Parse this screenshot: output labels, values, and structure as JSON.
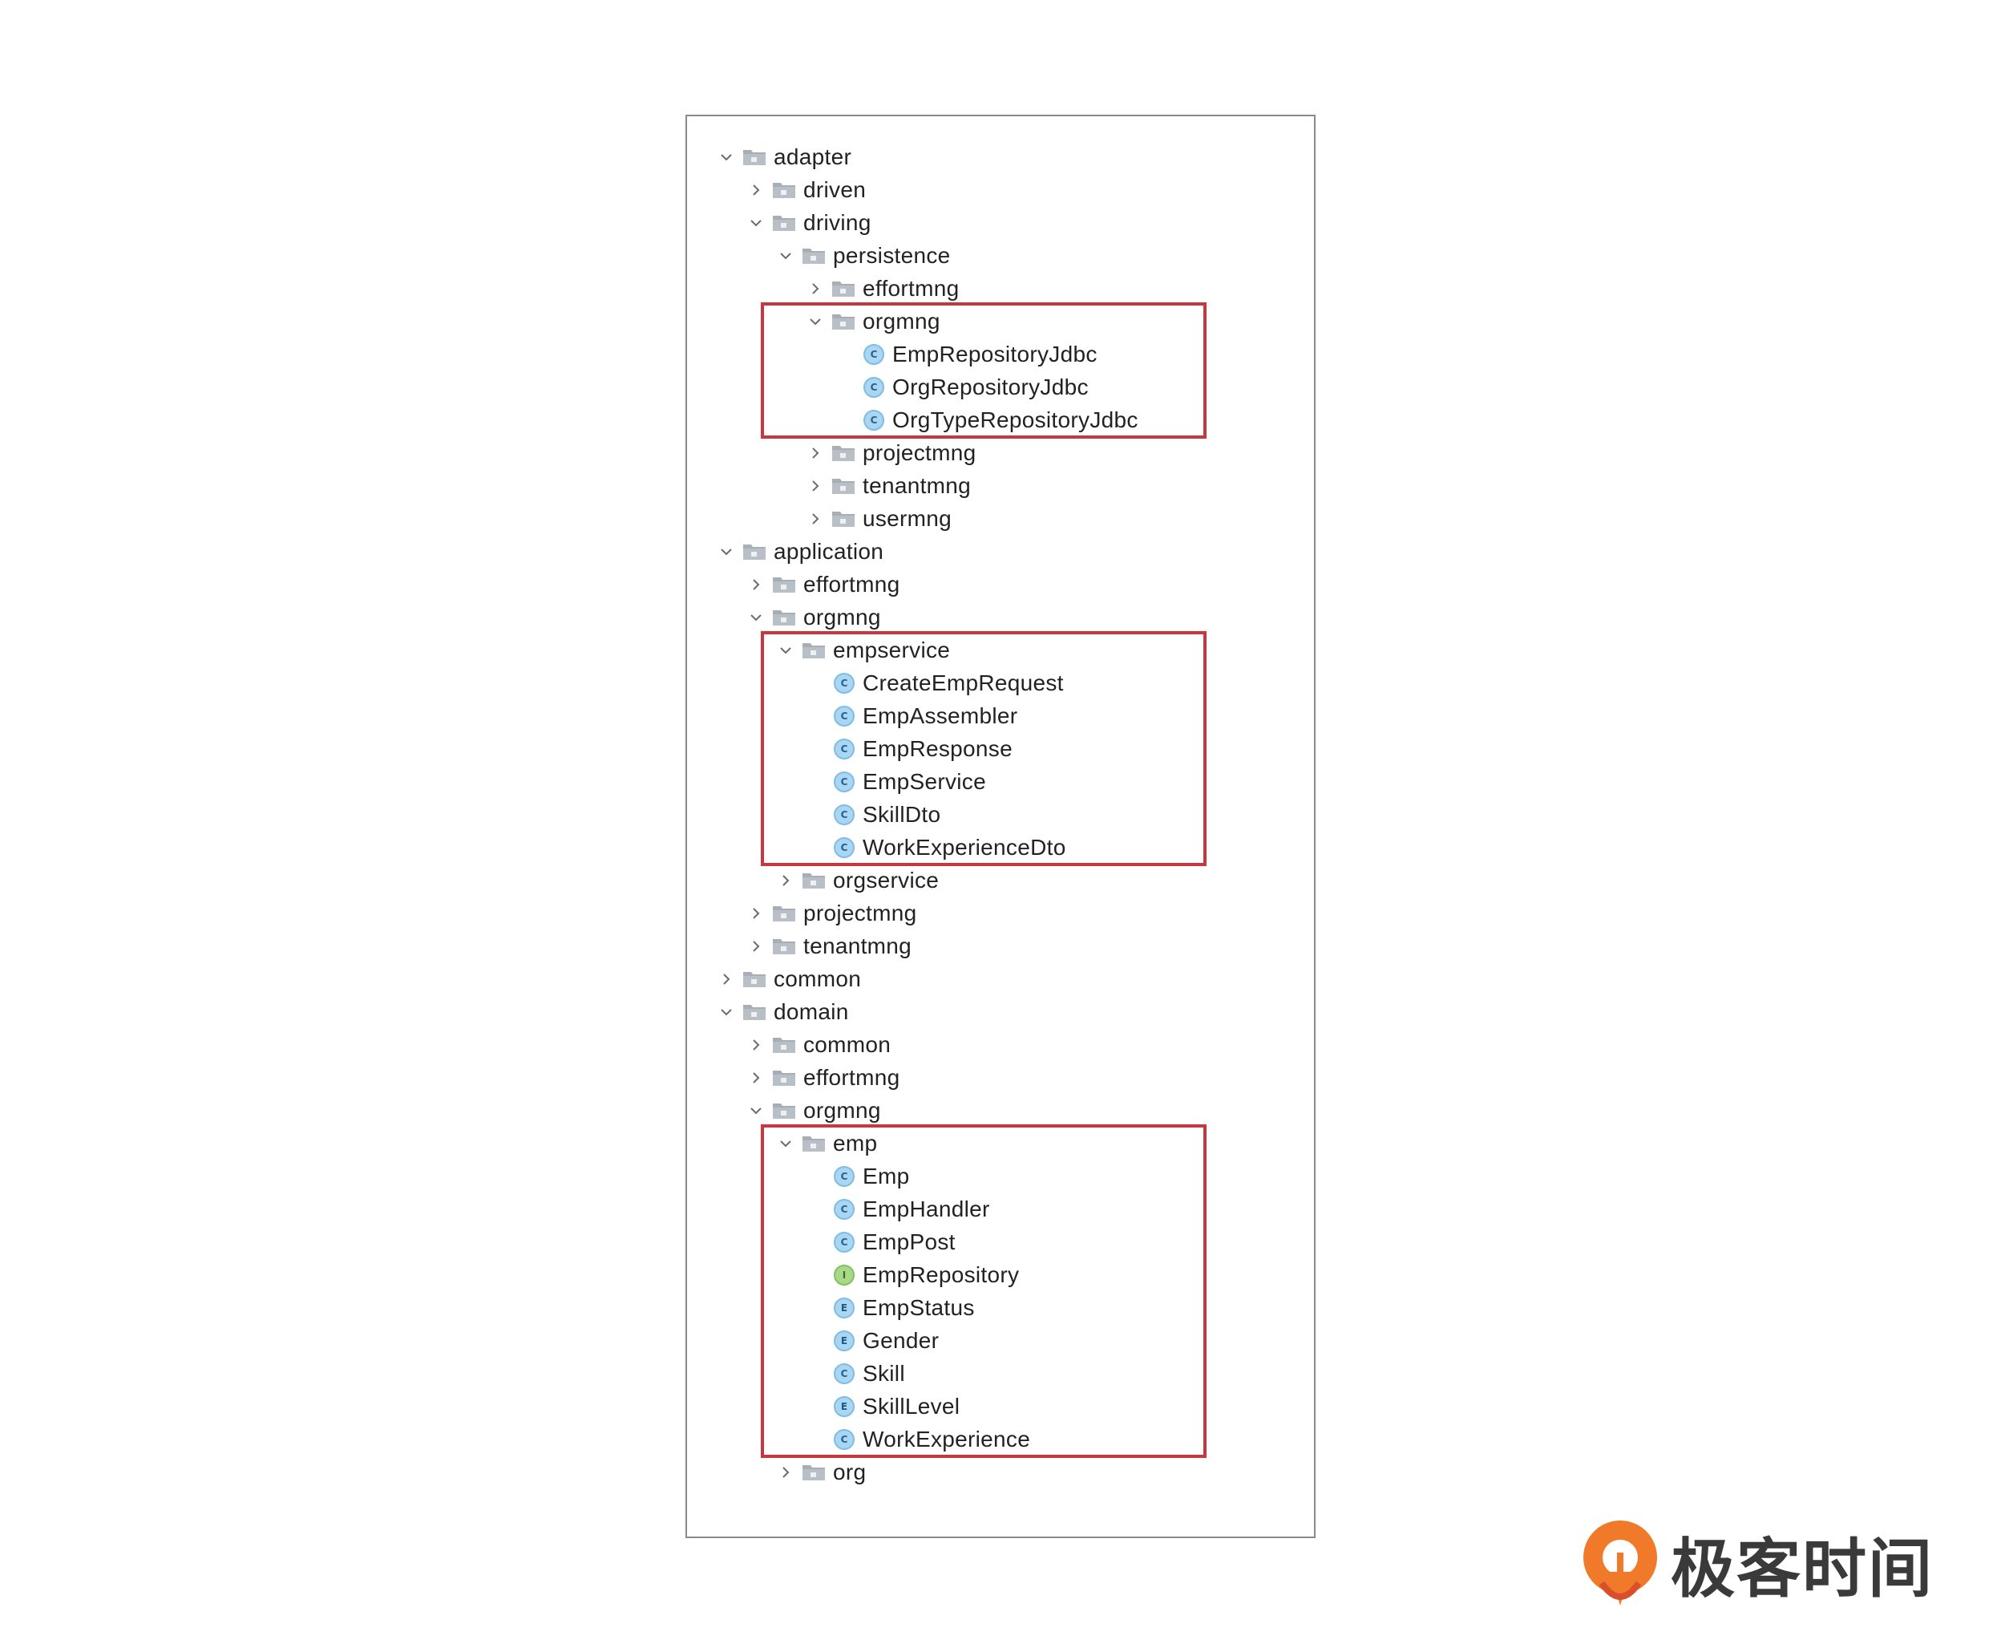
{
  "colors": {
    "highlight_border": "#c9363f",
    "class_icon": "#a9d6f2",
    "interface_icon": "#a9d88a",
    "logo_orange": "#f07a2a"
  },
  "tree": [
    {
      "label": "adapter",
      "depth": 0,
      "type": "folder",
      "state": "expanded"
    },
    {
      "label": "driven",
      "depth": 1,
      "type": "folder",
      "state": "collapsed"
    },
    {
      "label": "driving",
      "depth": 1,
      "type": "folder",
      "state": "expanded"
    },
    {
      "label": "persistence",
      "depth": 2,
      "type": "folder",
      "state": "expanded"
    },
    {
      "label": "effortmng",
      "depth": 3,
      "type": "folder",
      "state": "collapsed"
    },
    {
      "label": "orgmng",
      "depth": 3,
      "type": "folder",
      "state": "expanded"
    },
    {
      "label": "EmpRepositoryJdbc",
      "depth": 4,
      "type": "class",
      "icon": "C"
    },
    {
      "label": "OrgRepositoryJdbc",
      "depth": 4,
      "type": "class",
      "icon": "C"
    },
    {
      "label": "OrgTypeRepositoryJdbc",
      "depth": 4,
      "type": "class",
      "icon": "C"
    },
    {
      "label": "projectmng",
      "depth": 3,
      "type": "folder",
      "state": "collapsed"
    },
    {
      "label": "tenantmng",
      "depth": 3,
      "type": "folder",
      "state": "collapsed"
    },
    {
      "label": "usermng",
      "depth": 3,
      "type": "folder",
      "state": "collapsed"
    },
    {
      "label": "application",
      "depth": 0,
      "type": "folder",
      "state": "expanded"
    },
    {
      "label": "effortmng",
      "depth": 1,
      "type": "folder",
      "state": "collapsed"
    },
    {
      "label": "orgmng",
      "depth": 1,
      "type": "folder",
      "state": "expanded"
    },
    {
      "label": "empservice",
      "depth": 2,
      "type": "folder",
      "state": "expanded"
    },
    {
      "label": "CreateEmpRequest",
      "depth": 3,
      "type": "class",
      "icon": "C"
    },
    {
      "label": "EmpAssembler",
      "depth": 3,
      "type": "class",
      "icon": "C"
    },
    {
      "label": "EmpResponse",
      "depth": 3,
      "type": "class",
      "icon": "C"
    },
    {
      "label": "EmpService",
      "depth": 3,
      "type": "class",
      "icon": "C"
    },
    {
      "label": "SkillDto",
      "depth": 3,
      "type": "class",
      "icon": "C"
    },
    {
      "label": "WorkExperienceDto",
      "depth": 3,
      "type": "class",
      "icon": "C"
    },
    {
      "label": "orgservice",
      "depth": 2,
      "type": "folder",
      "state": "collapsed"
    },
    {
      "label": "projectmng",
      "depth": 1,
      "type": "folder",
      "state": "collapsed"
    },
    {
      "label": "tenantmng",
      "depth": 1,
      "type": "folder",
      "state": "collapsed"
    },
    {
      "label": "common",
      "depth": 0,
      "type": "folder",
      "state": "collapsed"
    },
    {
      "label": "domain",
      "depth": 0,
      "type": "folder",
      "state": "expanded"
    },
    {
      "label": "common",
      "depth": 1,
      "type": "folder",
      "state": "collapsed"
    },
    {
      "label": "effortmng",
      "depth": 1,
      "type": "folder",
      "state": "collapsed"
    },
    {
      "label": "orgmng",
      "depth": 1,
      "type": "folder",
      "state": "expanded"
    },
    {
      "label": "emp",
      "depth": 2,
      "type": "folder",
      "state": "expanded"
    },
    {
      "label": "Emp",
      "depth": 3,
      "type": "class",
      "icon": "C"
    },
    {
      "label": "EmpHandler",
      "depth": 3,
      "type": "class",
      "icon": "C"
    },
    {
      "label": "EmpPost",
      "depth": 3,
      "type": "class",
      "icon": "C"
    },
    {
      "label": "EmpRepository",
      "depth": 3,
      "type": "interface",
      "icon": "I"
    },
    {
      "label": "EmpStatus",
      "depth": 3,
      "type": "enum",
      "icon": "E"
    },
    {
      "label": "Gender",
      "depth": 3,
      "type": "enum",
      "icon": "E"
    },
    {
      "label": "Skill",
      "depth": 3,
      "type": "class",
      "icon": "C"
    },
    {
      "label": "SkillLevel",
      "depth": 3,
      "type": "enum",
      "icon": "E"
    },
    {
      "label": "WorkExperience",
      "depth": 3,
      "type": "class",
      "icon": "C"
    },
    {
      "label": "org",
      "depth": 2,
      "type": "folder",
      "state": "collapsed"
    }
  ],
  "highlights": [
    {
      "name": "adapter-orgmng-group",
      "from_row": 5,
      "to_row": 8
    },
    {
      "name": "application-empservice-group",
      "from_row": 15,
      "to_row": 21
    },
    {
      "name": "domain-emp-group",
      "from_row": 30,
      "to_row": 39
    }
  ],
  "logo": {
    "text": "极客时间",
    "icon": "geektime-logo-icon"
  }
}
